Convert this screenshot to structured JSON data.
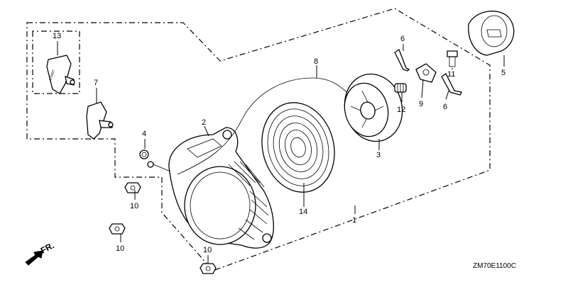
{
  "diagram": {
    "drawing_code": "ZM70E1100C",
    "direction_label": "FR.",
    "grip_embossed_text": "START",
    "callouts": {
      "assembly": "1",
      "case": "2",
      "reel": "3",
      "nut_4": "4",
      "cup": "5",
      "pin_upper": "6",
      "pin_lower": "6",
      "grip": "7",
      "rope": "8",
      "ratchet": "9",
      "bolt_a": "10",
      "bolt_b": "10",
      "bolt_c": "10",
      "screw": "11",
      "spring_small": "12",
      "grip_start": "13",
      "spring_main": "14"
    }
  }
}
